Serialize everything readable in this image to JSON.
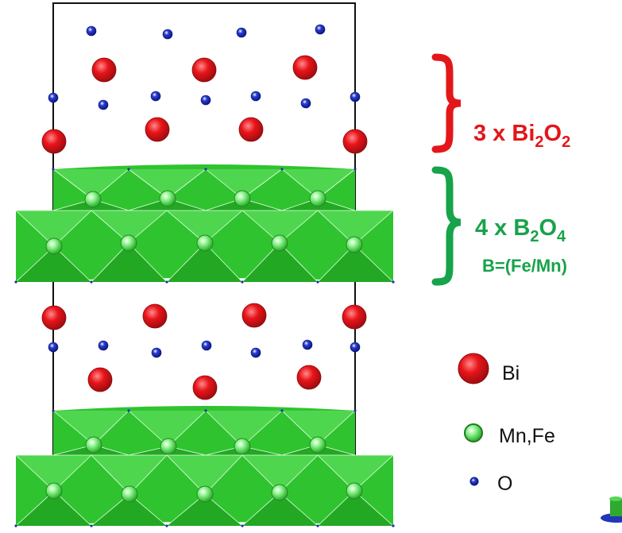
{
  "annotations": {
    "bi2o2": {
      "prefix": "3 x Bi",
      "sub1": "2",
      "mid": "O",
      "sub2": "2",
      "color": "#e3161a"
    },
    "b2o4": {
      "prefix": "4 x B",
      "sub1": "2",
      "mid": "O",
      "sub2": "4",
      "note": "B=(Fe/Mn)",
      "color": "#17a34a"
    }
  },
  "legend": {
    "bi": {
      "label": "Bi",
      "color": "#e3161a"
    },
    "mnfe": {
      "label": "Mn,Fe",
      "color": "#86ef86"
    },
    "o": {
      "label": "O",
      "color": "#1f2fb5"
    }
  },
  "colors": {
    "octahedra": "#2fc42f",
    "octahedra_light": "#47d447",
    "cell_edge": "#111111"
  }
}
